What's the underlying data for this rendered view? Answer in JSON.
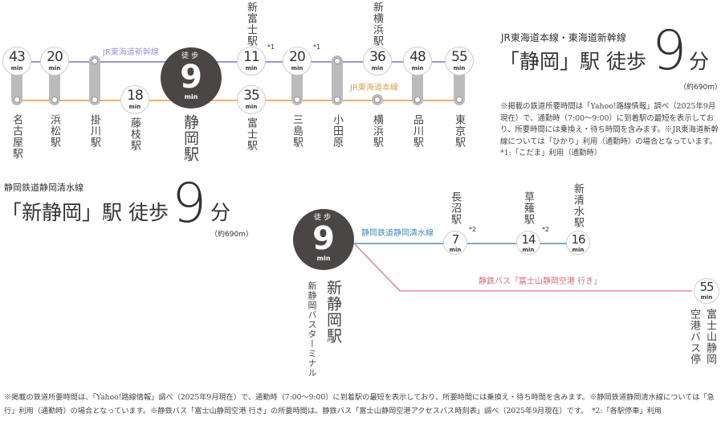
{
  "top": {
    "shinkansen_label": "JR東海道新幹線",
    "honsen_label": "JR東海道本線",
    "colors": {
      "shinkansen": "#9b96d4",
      "honsen": "#f2b26e",
      "transfer": "#bbbbbb",
      "walk": "#4a4646"
    },
    "walk": {
      "prefix": "徒歩",
      "minutes": "9",
      "unit": "min",
      "station": "静岡駅"
    },
    "upper": [
      {
        "min": "43",
        "name": "名古屋駅"
      },
      {
        "min": "20",
        "name": "浜松駅"
      },
      {
        "min": "11",
        "name": "新富士駅",
        "sup": "*1",
        "above": true
      },
      {
        "min": "20",
        "name": "三島駅",
        "sup": "*1"
      },
      {
        "min": "36",
        "name": "新横浜駅",
        "above": true
      },
      {
        "min": "48",
        "name": "品川駅"
      },
      {
        "min": "55",
        "name": "東京駅"
      }
    ],
    "lower": [
      {
        "min": "18",
        "name": "藤枝駅"
      },
      {
        "min": "35",
        "name": "富士駅"
      }
    ],
    "transfer_only": [
      {
        "name": "掛川駅"
      },
      {
        "name": "小田原"
      },
      {
        "name": "横浜駅"
      }
    ],
    "unit": "min"
  },
  "heading1": {
    "line": "JR東海道本線・東海道新幹線",
    "station": "「静岡」駅",
    "walk": "徒歩",
    "minutes": "9",
    "unit": "分",
    "distance": "（約690m）"
  },
  "note1": "※掲載の鉄道所要時間は「Yahoo!路線情報」調べ（2025年9月現在）で、通勤時（7:00〜9:00）に到着駅の最短を表示しており、所要時間には乗換え・待ち時間を含みます。※JR東海道新幹線については「ひかり」利用（通勤時）の場合となっています。 *1:「こだま」利用（通勤時）",
  "heading2": {
    "line": "静岡鉄道静岡清水線",
    "station": "「新静岡」駅",
    "walk": "徒歩",
    "minutes": "9",
    "unit": "分",
    "distance": "（約690m）"
  },
  "bottom": {
    "rail_label": "静岡鉄道静岡清水線",
    "bus_label": "静鉄バス「富士山静岡空港 行き」",
    "colors": {
      "rail": "#7fa8cc",
      "bus": "#e07a84"
    },
    "walk": {
      "prefix": "徒歩",
      "minutes": "9",
      "unit": "min",
      "station": "新静岡駅",
      "sub": "新静岡バスターミナル"
    },
    "rail": [
      {
        "min": "7",
        "name": "長沼駅",
        "sup": "*2"
      },
      {
        "min": "14",
        "name": "草薙駅",
        "sup": "*2"
      },
      {
        "min": "16",
        "name": "新清水駅"
      }
    ],
    "bus": {
      "min": "55",
      "name1": "富士山静岡",
      "name2": "空港バス停"
    }
  },
  "footnote": "※掲載の鉄道所要時間は、「Yahoo!路線情報」調べ（2025年9月現在）で、通勤時（7:00〜9:00）に到着駅の最短を表示しており、所要時間には乗換え・待ち時間を含みます。※静岡鉄道静岡清水線については「急行」利用（通勤時）の場合となっています。※静鉄バス「富士山静岡空港 行き」の所要時間は、静鉄バス「富士山静岡空港アクセスバス時刻表」調べ（2025年9月現在）です。　*2:「各駅停車」利用"
}
